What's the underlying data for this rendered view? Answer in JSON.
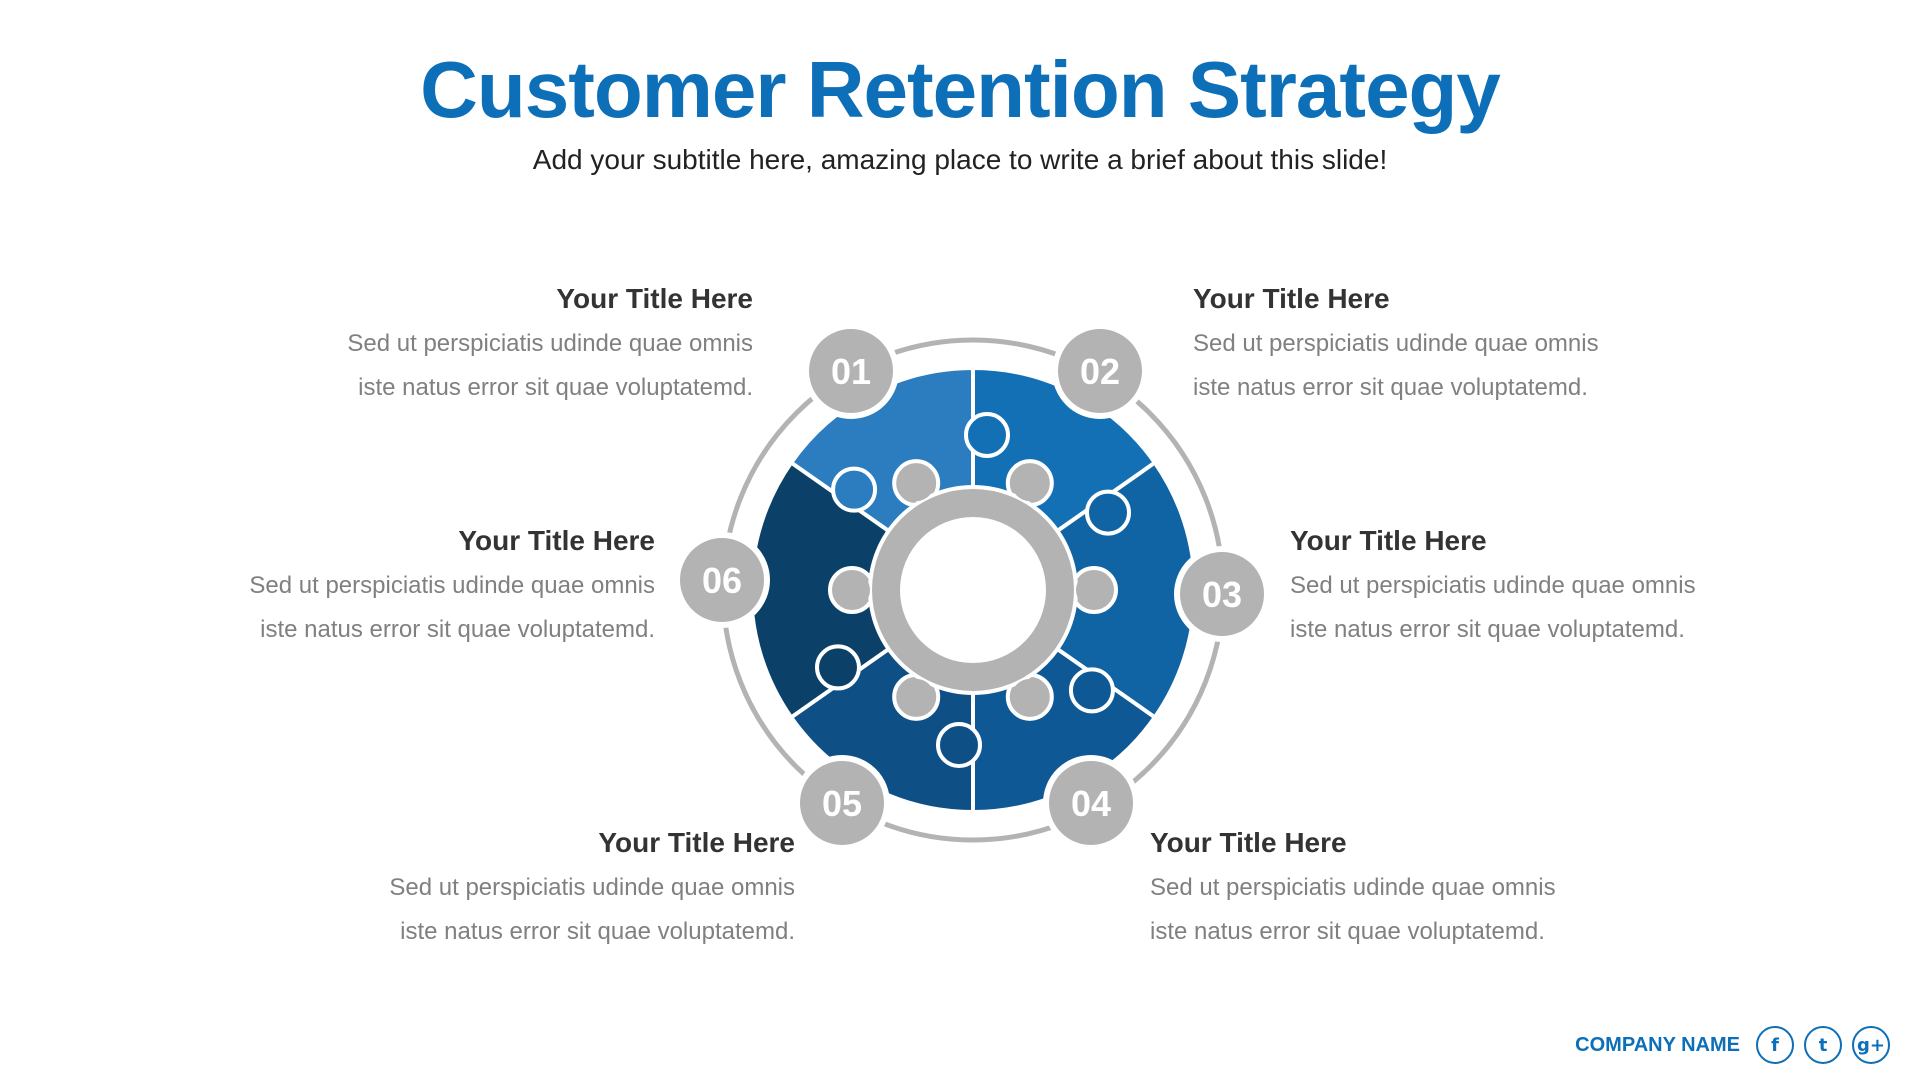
{
  "slide": {
    "title": "Customer Retention Strategy",
    "subtitle": "Add your subtitle here, amazing place to write a brief about this slide!"
  },
  "colors": {
    "title": "#0d6fb8",
    "subtitle": "#222222",
    "badge": "#b3b3b3",
    "ring": "#b3b3b3",
    "gear": "#b3b3b3",
    "segment_01": "#2b7dc0",
    "segment_02": "#1470b4",
    "segment_03": "#1064a3",
    "segment_04": "#0f5896",
    "segment_05": "#0e4f86",
    "segment_06": "#0b4068"
  },
  "items": [
    {
      "number": "01",
      "title": "Your Title Here",
      "line1": "Sed ut perspiciatis udinde quae omnis",
      "line2": "iste natus error sit quae voluptatemd."
    },
    {
      "number": "02",
      "title": "Your Title Here",
      "line1": "Sed ut perspiciatis udinde quae omnis",
      "line2": "iste natus error sit quae voluptatemd."
    },
    {
      "number": "03",
      "title": "Your Title Here",
      "line1": "Sed ut perspiciatis udinde quae omnis",
      "line2": "iste natus error sit quae voluptatemd."
    },
    {
      "number": "04",
      "title": "Your Title Here",
      "line1": "Sed ut perspiciatis udinde quae omnis",
      "line2": "iste natus error sit quae voluptatemd."
    },
    {
      "number": "05",
      "title": "Your Title Here",
      "line1": "Sed ut perspiciatis udinde quae omnis",
      "line2": "iste natus error sit quae voluptatemd."
    },
    {
      "number": "06",
      "title": "Your Title Here",
      "line1": "Sed ut perspiciatis udinde quae omnis",
      "line2": "iste natus error sit quae voluptatemd."
    }
  ],
  "footer": {
    "company": "COMPANY NAME",
    "social_icons": [
      "facebook-icon",
      "twitter-icon",
      "google-plus-icon"
    ],
    "facebook_glyph": "f",
    "twitter_glyph": "t",
    "google_glyph": "g+"
  }
}
